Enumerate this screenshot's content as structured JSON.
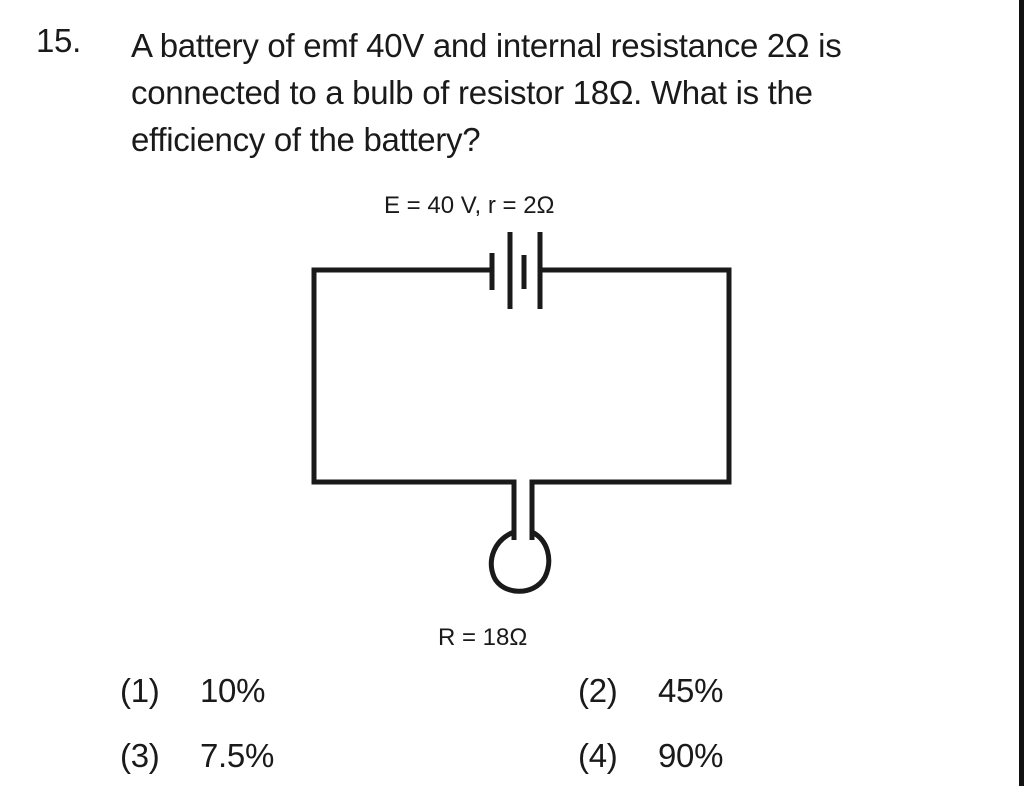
{
  "question": {
    "number": "15.",
    "lines": [
      "A battery of emf 40V and internal resistance 2Ω is",
      "connected to a bulb of resistor 18Ω. What is the",
      "efficiency of the battery?"
    ]
  },
  "diagram": {
    "battery_label": "E = 40 V, r = 2Ω",
    "bulb_label": "R = 18Ω",
    "components": [
      "battery-icon",
      "bulb-icon",
      "wire"
    ]
  },
  "options": [
    {
      "num": "(1)",
      "value": "10%"
    },
    {
      "num": "(2)",
      "value": "45%"
    },
    {
      "num": "(3)",
      "value": "7.5%"
    },
    {
      "num": "(4)",
      "value": "90%"
    }
  ]
}
